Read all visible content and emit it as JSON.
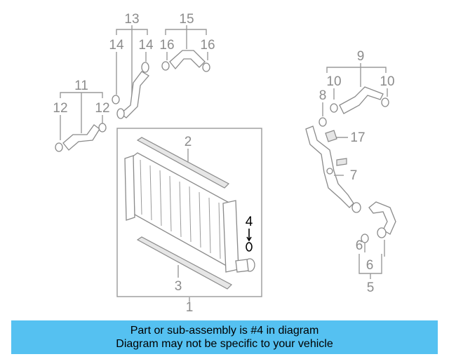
{
  "callouts": {
    "c1": "1",
    "c2": "2",
    "c3": "3",
    "c4": "4",
    "c5": "5",
    "c6a": "6",
    "c6b": "6",
    "c7": "7",
    "c8": "8",
    "c9": "9",
    "c10a": "10",
    "c10b": "10",
    "c11": "11",
    "c12a": "12",
    "c12b": "12",
    "c13": "13",
    "c14a": "14",
    "c14b": "14",
    "c15": "15",
    "c16a": "16",
    "c16b": "16",
    "c17": "17"
  },
  "highlighted_part": "4",
  "banner": {
    "line1": "Part or sub-assembly is #4 in diagram",
    "line2": "Diagram may not be specific to your vehicle",
    "background": "#55c1f1"
  }
}
